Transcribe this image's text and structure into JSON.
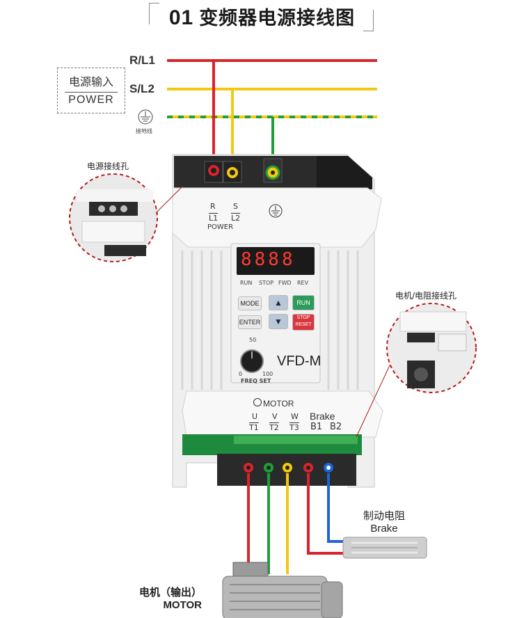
{
  "title": {
    "number": "01",
    "text": "变频器电源接线图"
  },
  "power_lines": {
    "l1": "R/L1",
    "l2": "S/L2"
  },
  "power_box": {
    "cn": "电源输入",
    "en": "POWER"
  },
  "ground_label": "接地线",
  "inset_left_label": "电源接线孔",
  "inset_right_label": "电机/电阻接线孔",
  "top_terminal": {
    "r": "R",
    "l1": "L1",
    "s": "S",
    "l2": "L2",
    "power": "POWER"
  },
  "panel": {
    "display": "8888",
    "leds": [
      "RUN",
      "STOP",
      "FWD",
      "REV"
    ],
    "keys": {
      "mode": "MODE",
      "enter": "ENTER",
      "run": "RUN",
      "stop": "STOP",
      "reset": "RESET"
    },
    "knob": {
      "max": "50",
      "min": "0",
      "hi": "100",
      "caption": "FREQ SET"
    },
    "model": "VFD-M"
  },
  "bottom_terminal": {
    "motor": "MOTOR",
    "brake": "Brake",
    "u": "U",
    "t1": "T1",
    "v": "V",
    "t2": "T2",
    "w": "W",
    "t3": "T3",
    "b1": "B1",
    "b2": "B2"
  },
  "brake_resistor": {
    "cn": "制动电阻",
    "en": "Brake"
  },
  "motor_label": {
    "cn": "电机（输出）",
    "en": "MOTOR"
  },
  "colors": {
    "red": "#d9232d",
    "yellow": "#f2c811",
    "green": "#1f9e3a",
    "blue": "#1e64d2"
  }
}
